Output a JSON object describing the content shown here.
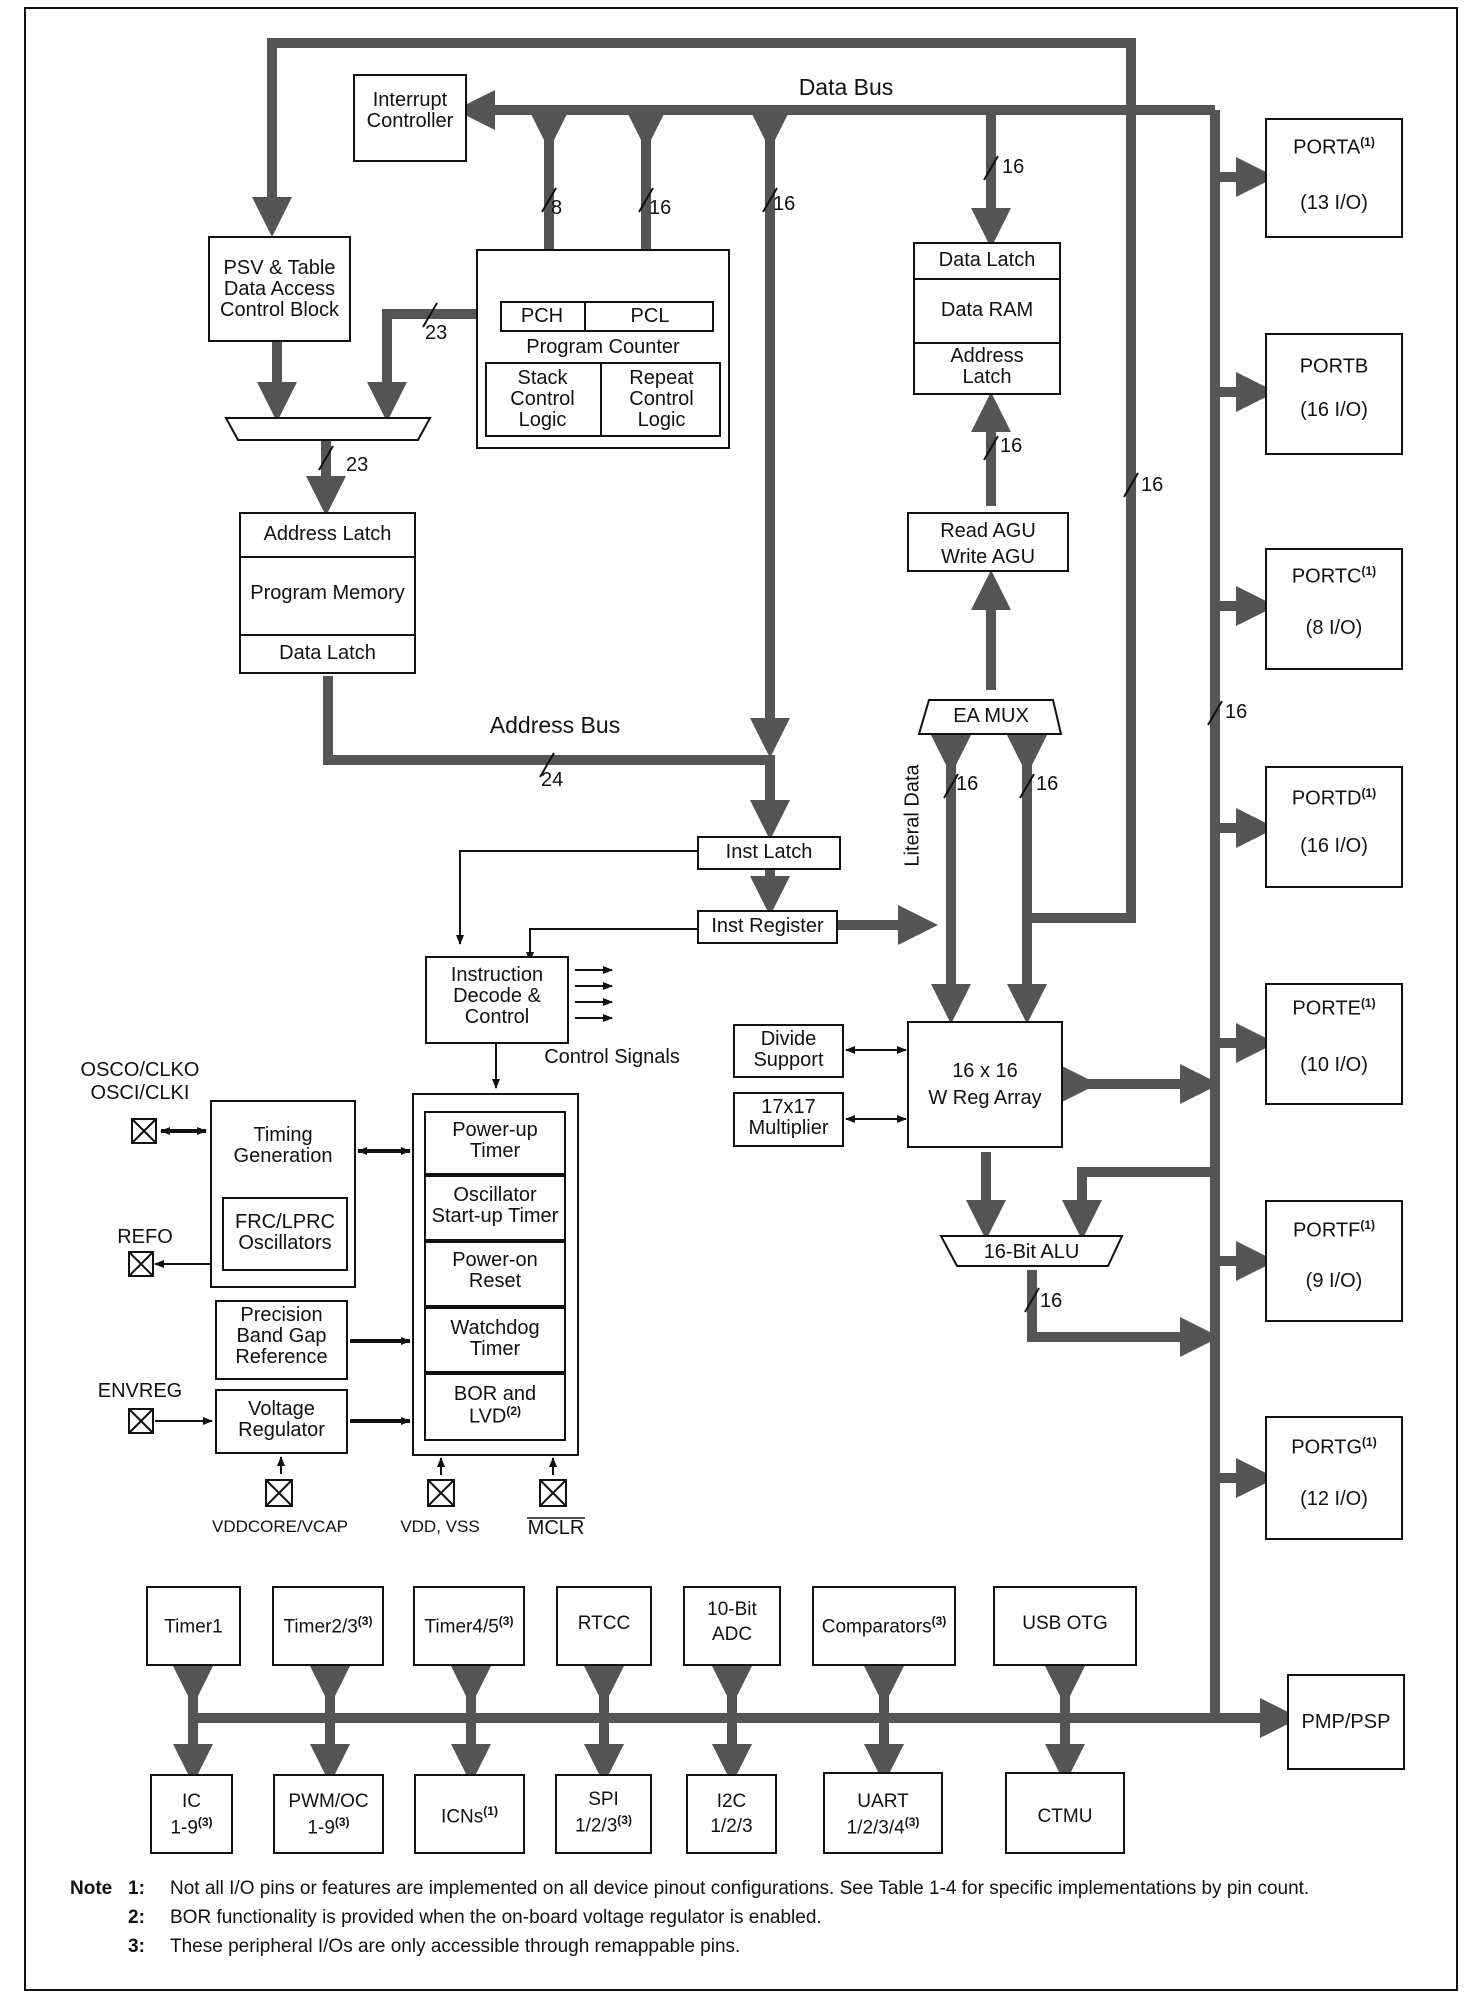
{
  "bus_labels": {
    "data_bus": "Data Bus",
    "address_bus": "Address Bus",
    "control_signals": "Control Signals",
    "literal_data": "Literal Data"
  },
  "blocks": {
    "interrupt_controller": "Interrupt\nController",
    "psv_table": "PSV & Table\nData Access\nControl Block",
    "pch": "PCH",
    "pcl": "PCL",
    "program_counter": "Program Counter",
    "stack_control": "Stack\nControl\nLogic",
    "repeat_control": "Repeat\nControl\nLogic",
    "pm_address_latch": "Address Latch",
    "program_memory": "Program Memory",
    "pm_data_latch": "Data Latch",
    "data_latch": "Data Latch",
    "data_ram": "Data RAM",
    "ram_address_latch": "Address\nLatch",
    "agu": "Read AGU\nWrite AGU",
    "ea_mux": "EA MUX",
    "inst_latch": "Inst Latch",
    "inst_register": "Inst Register",
    "instruction_decode": "Instruction\nDecode &\nControl",
    "divide_support": "Divide\nSupport",
    "multiplier": "17x17\nMultiplier",
    "w_reg_array": "16 x 16\nW Reg Array",
    "alu": "16-Bit ALU",
    "timing_generation": "Timing\nGeneration",
    "frc_lprc": "FRC/LPRC\nOscillators",
    "precision_bandgap": "Precision\nBand Gap\nReference",
    "voltage_regulator": "Voltage\nRegulator",
    "power_up_timer": "Power-up\nTimer",
    "osc_startup_timer": "Oscillator\nStart-up Timer",
    "power_on_reset": "Power-on\nReset",
    "watchdog_timer": "Watchdog\nTimer",
    "bor_lvd": "BOR and\nLVD",
    "bor_lvd_sup": "(2)"
  },
  "pins": {
    "osco_clko": "OSCO/CLKO",
    "osci_clki": "OSCI/CLKI",
    "refo": "REFO",
    "envreg": "ENVREG",
    "vddcore_vcap": "VDDCORE/VCAP",
    "vdd_vss": "VDD, VSS",
    "mclr": "MCLR"
  },
  "ports": [
    {
      "name": "PORTA",
      "sup": "(1)",
      "io": "(13 I/O)"
    },
    {
      "name": "PORTB",
      "sup": "",
      "io": "(16 I/O)"
    },
    {
      "name": "PORTC",
      "sup": "(1)",
      "io": "(8 I/O)"
    },
    {
      "name": "PORTD",
      "sup": "(1)",
      "io": "(16 I/O)"
    },
    {
      "name": "PORTE",
      "sup": "(1)",
      "io": "(10 I/O)"
    },
    {
      "name": "PORTF",
      "sup": "(1)",
      "io": "(9 I/O)"
    },
    {
      "name": "PORTG",
      "sup": "(1)",
      "io": "(12 I/O)"
    }
  ],
  "pmp_psp": "PMP/PSP",
  "peripherals_top": [
    {
      "name": "Timer1",
      "sup": ""
    },
    {
      "name": "Timer2/3",
      "sup": "(3)"
    },
    {
      "name": "Timer4/5",
      "sup": "(3)"
    },
    {
      "name": "RTCC",
      "sup": ""
    },
    {
      "name": "10-Bit\nADC",
      "sup": ""
    },
    {
      "name": "Comparators",
      "sup": "(3)"
    },
    {
      "name": "USB OTG",
      "sup": ""
    }
  ],
  "peripherals_bottom": [
    {
      "line1": "IC",
      "line2": "1-9",
      "sup": "(3)"
    },
    {
      "line1": "PWM/OC",
      "line2": "1-9",
      "sup": "(3)"
    },
    {
      "line1": "ICNs",
      "line2": "",
      "sup": "(1)"
    },
    {
      "line1": "SPI",
      "line2": "1/2/3",
      "sup": "(3)"
    },
    {
      "line1": "I2C",
      "line2": "1/2/3",
      "sup": ""
    },
    {
      "line1": "UART",
      "line2": "1/2/3/4",
      "sup": "(3)"
    },
    {
      "line1": "CTMU",
      "line2": "",
      "sup": ""
    }
  ],
  "bus_widths": {
    "w8": "8",
    "w16": "16",
    "w23": "23",
    "w24": "24"
  },
  "notes": {
    "heading": "Note",
    "items": [
      {
        "num": "1:",
        "text": "Not all I/O pins or features are implemented on all device pinout configurations. See Table 1-4 for specific implementations by pin count."
      },
      {
        "num": "2:",
        "text": "BOR functionality is provided when the on-board voltage regulator is enabled."
      },
      {
        "num": "3:",
        "text": "These peripheral I/Os are only accessible through remappable pins."
      }
    ]
  }
}
